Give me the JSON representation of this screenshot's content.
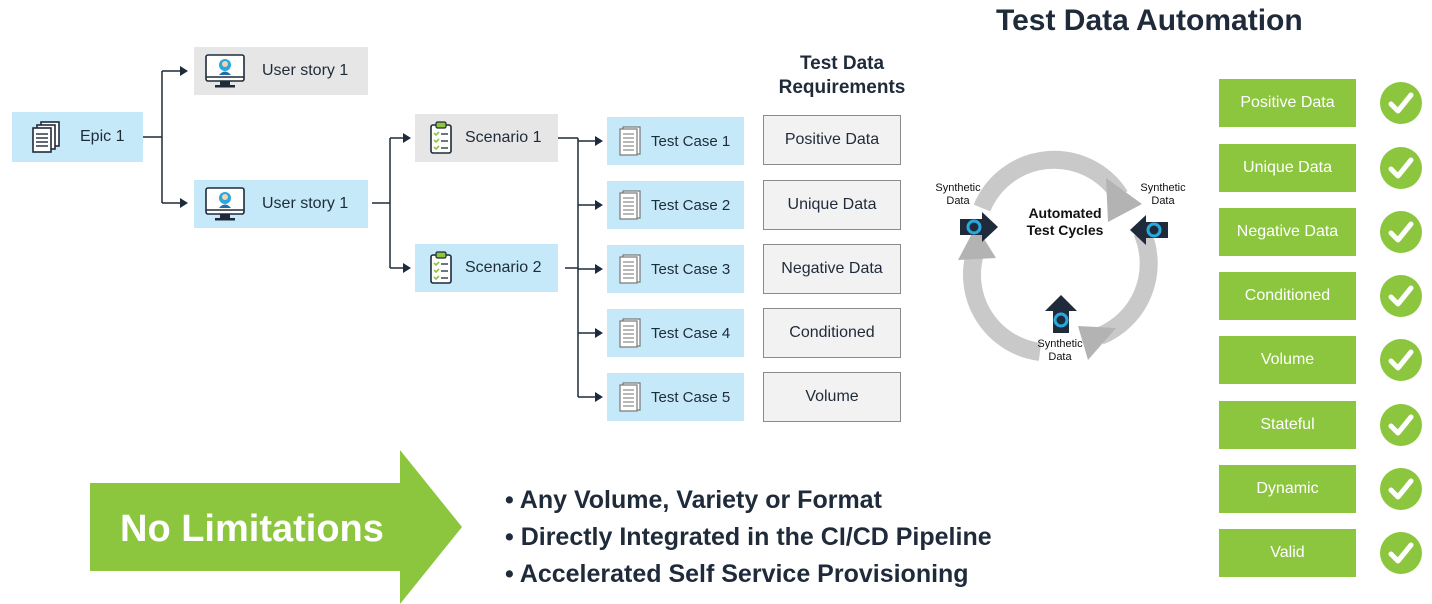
{
  "title": "Test Data Automation",
  "tdr_title_line1": "Test Data",
  "tdr_title_line2": "Requirements",
  "epic": {
    "label": "Epic 1"
  },
  "user_stories": [
    {
      "label": "User story 1"
    },
    {
      "label": "User story 1"
    }
  ],
  "scenarios": [
    {
      "label": "Scenario 1"
    },
    {
      "label": "Scenario 2"
    }
  ],
  "test_cases": [
    {
      "label": "Test Case 1"
    },
    {
      "label": "Test Case 2"
    },
    {
      "label": "Test Case 3"
    },
    {
      "label": "Test Case 4"
    },
    {
      "label": "Test Case 5"
    }
  ],
  "requirements": [
    {
      "label": "Positive Data"
    },
    {
      "label": "Unique Data"
    },
    {
      "label": "Negative Data"
    },
    {
      "label": "Conditioned"
    },
    {
      "label": "Volume"
    }
  ],
  "cycle": {
    "center_line1": "Automated",
    "center_line2": "Test Cycles",
    "synthetic_line1": "Synthetic",
    "synthetic_line2": "Data"
  },
  "automation_items": [
    {
      "label": "Positive Data"
    },
    {
      "label": "Unique Data"
    },
    {
      "label": "Negative Data"
    },
    {
      "label": "Conditioned"
    },
    {
      "label": "Volume"
    },
    {
      "label": "Stateful"
    },
    {
      "label": "Dynamic"
    },
    {
      "label": "Valid"
    }
  ],
  "no_limitations": "No Limitations",
  "bullets": [
    "• Any Volume, Variety or Format",
    "• Directly Integrated in the CI/CD Pipeline",
    "• Accelerated Self Service Provisioning"
  ],
  "colors": {
    "green": "#8cc63f",
    "light_blue": "#c5e9f8",
    "navy": "#1f2b3a",
    "grey_box": "#e6e6e6"
  }
}
